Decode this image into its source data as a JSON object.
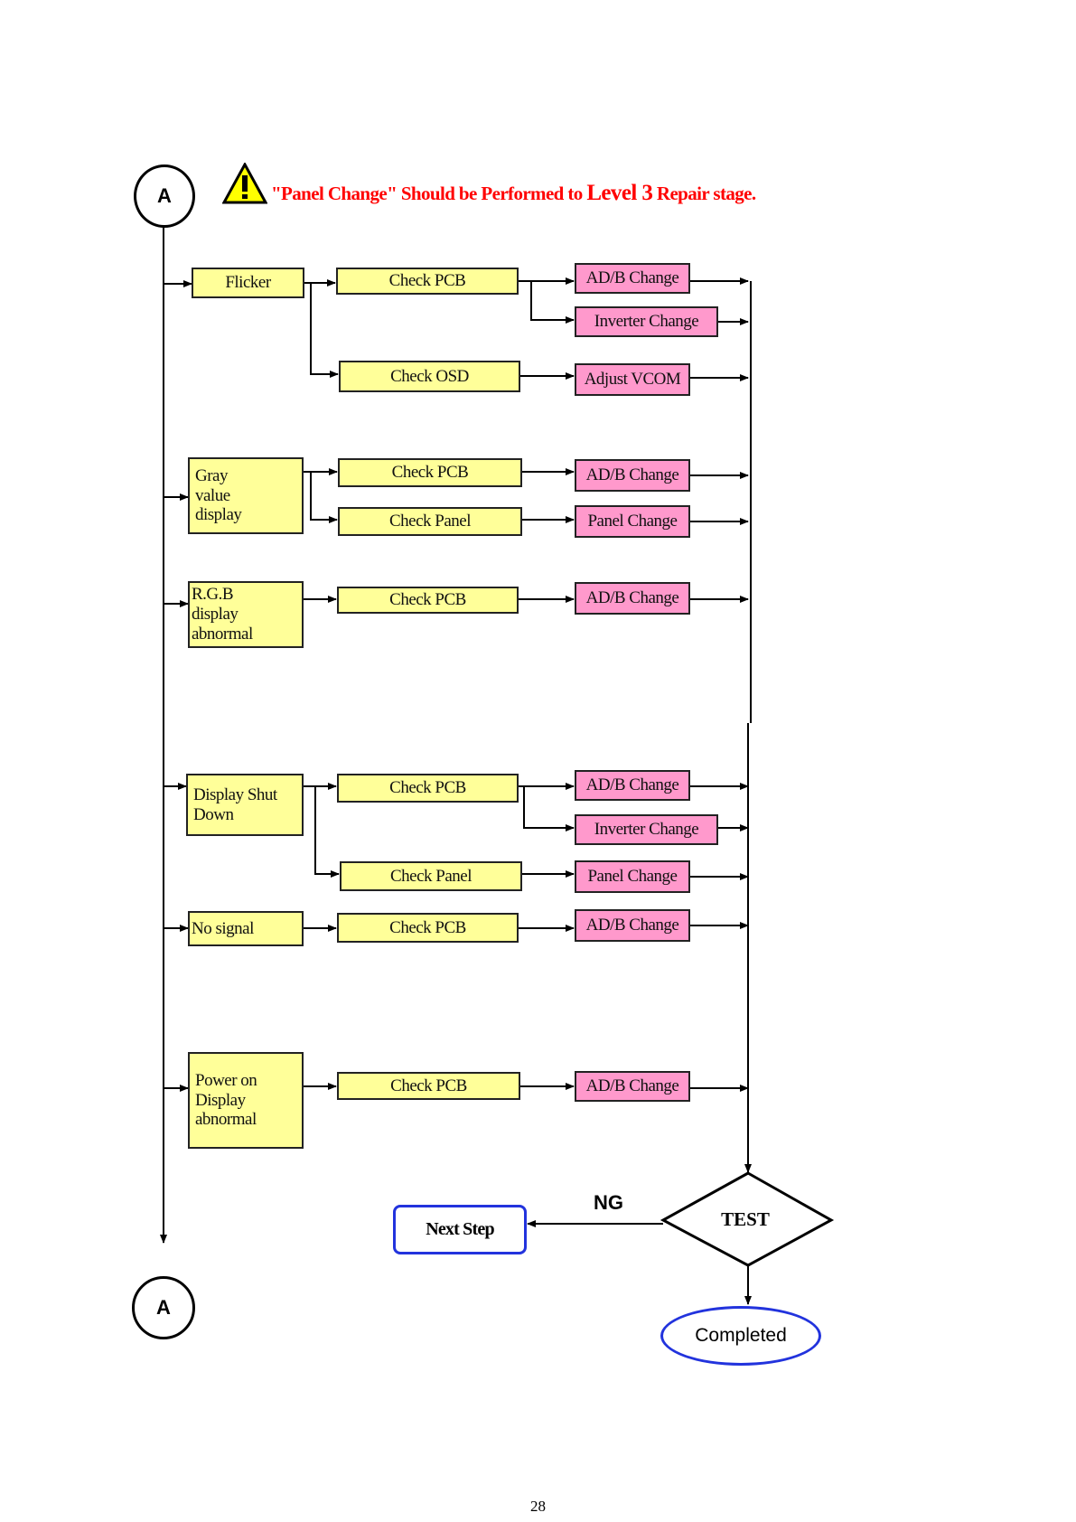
{
  "connectors": {
    "top": "A",
    "bottom": "A"
  },
  "note": {
    "prefix": "\"Panel Change\" Should be Performed to ",
    "level": "Level 3",
    "suffix": " Repair stage."
  },
  "symptoms": [
    {
      "label": "Flicker"
    },
    {
      "label": "Gray value display"
    },
    {
      "label": "R.G.B display abnormal"
    },
    {
      "label": "Display Shut Down"
    },
    {
      "label": "No signal"
    },
    {
      "label": "Power on Display abnormal"
    }
  ],
  "checks": {
    "check_pcb": "Check PCB",
    "check_osd": "Check OSD",
    "check_panel": "Check Panel"
  },
  "actions": {
    "adb_change": "AD/B Change",
    "inverter_change": "Inverter Change",
    "adjust_vcom": "Adjust VCOM",
    "panel_change": "Panel Change"
  },
  "test": {
    "label": "TEST",
    "ng_label": "NG",
    "next_step": "Next Step",
    "completed": "Completed"
  },
  "page_number": "28",
  "colors": {
    "check_box": "#ffff99",
    "action_box": "#ff99cc",
    "terminal_border": "#2233dd",
    "note_text": "#ff0000"
  }
}
